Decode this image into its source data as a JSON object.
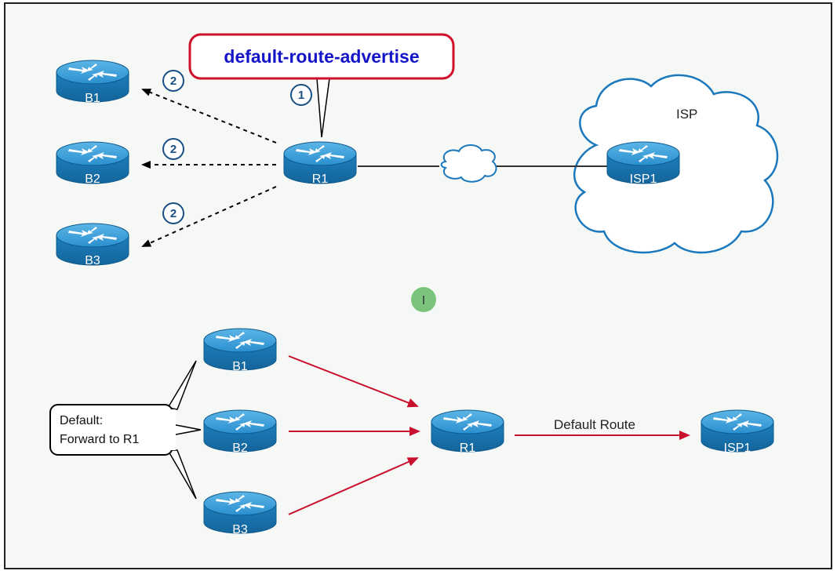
{
  "callout": {
    "text": "default-route-advertise"
  },
  "step_markers": {
    "one": "1",
    "two_b1": "2",
    "two_b2": "2",
    "two_b3": "2"
  },
  "top": {
    "routers": {
      "b1": "B1",
      "b2": "B2",
      "b3": "B3",
      "r1": "R1",
      "isp1": "ISP1"
    },
    "cloud_label": "ISP"
  },
  "bottom": {
    "routers": {
      "b1": "B1",
      "b2": "B2",
      "b3": "B3",
      "r1": "R1",
      "isp1": "ISP1"
    },
    "default_route_label": "Default Route",
    "bubble_line1": "Default:",
    "bubble_line2": "Forward to R1"
  },
  "colors": {
    "router_body": "#1b7fbf",
    "router_top": "#3aa0d8",
    "dotted_arrow": "#000000",
    "red_arrow": "#c8102e",
    "callout_border": "#d0102a",
    "callout_text": "#1414c8",
    "cursor_dot": "#7cc47c"
  }
}
